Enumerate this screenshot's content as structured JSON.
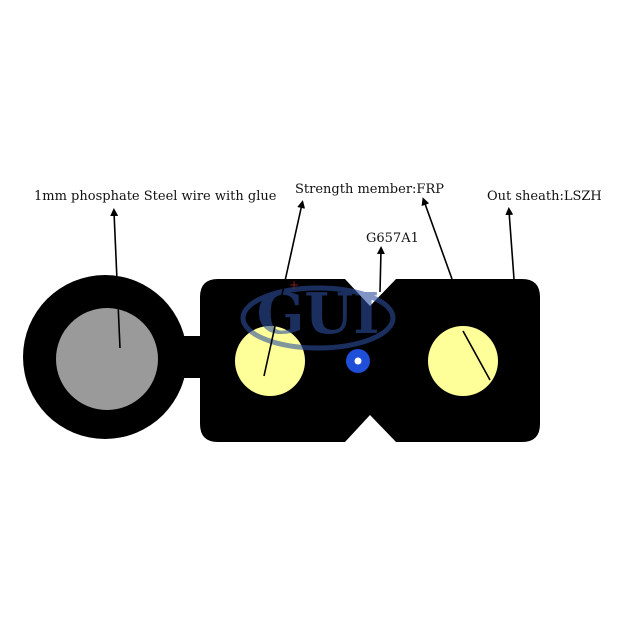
{
  "labels": {
    "steel_wire": "1mm phosphate Steel wire with glue",
    "strength_member": "Strength member:FRP",
    "fiber": "G657A1",
    "out_sheath": "Out sheath:LSZH"
  },
  "watermark": {
    "text": "GUI",
    "color": "#2e4f9e"
  },
  "colors": {
    "sheath": "#000000",
    "steel_wire": "#9a9a9a",
    "strength_member": "#ffff99",
    "fiber": "#1f4fd8",
    "fiber_core": "#ffffff",
    "arrow": "#000000"
  }
}
